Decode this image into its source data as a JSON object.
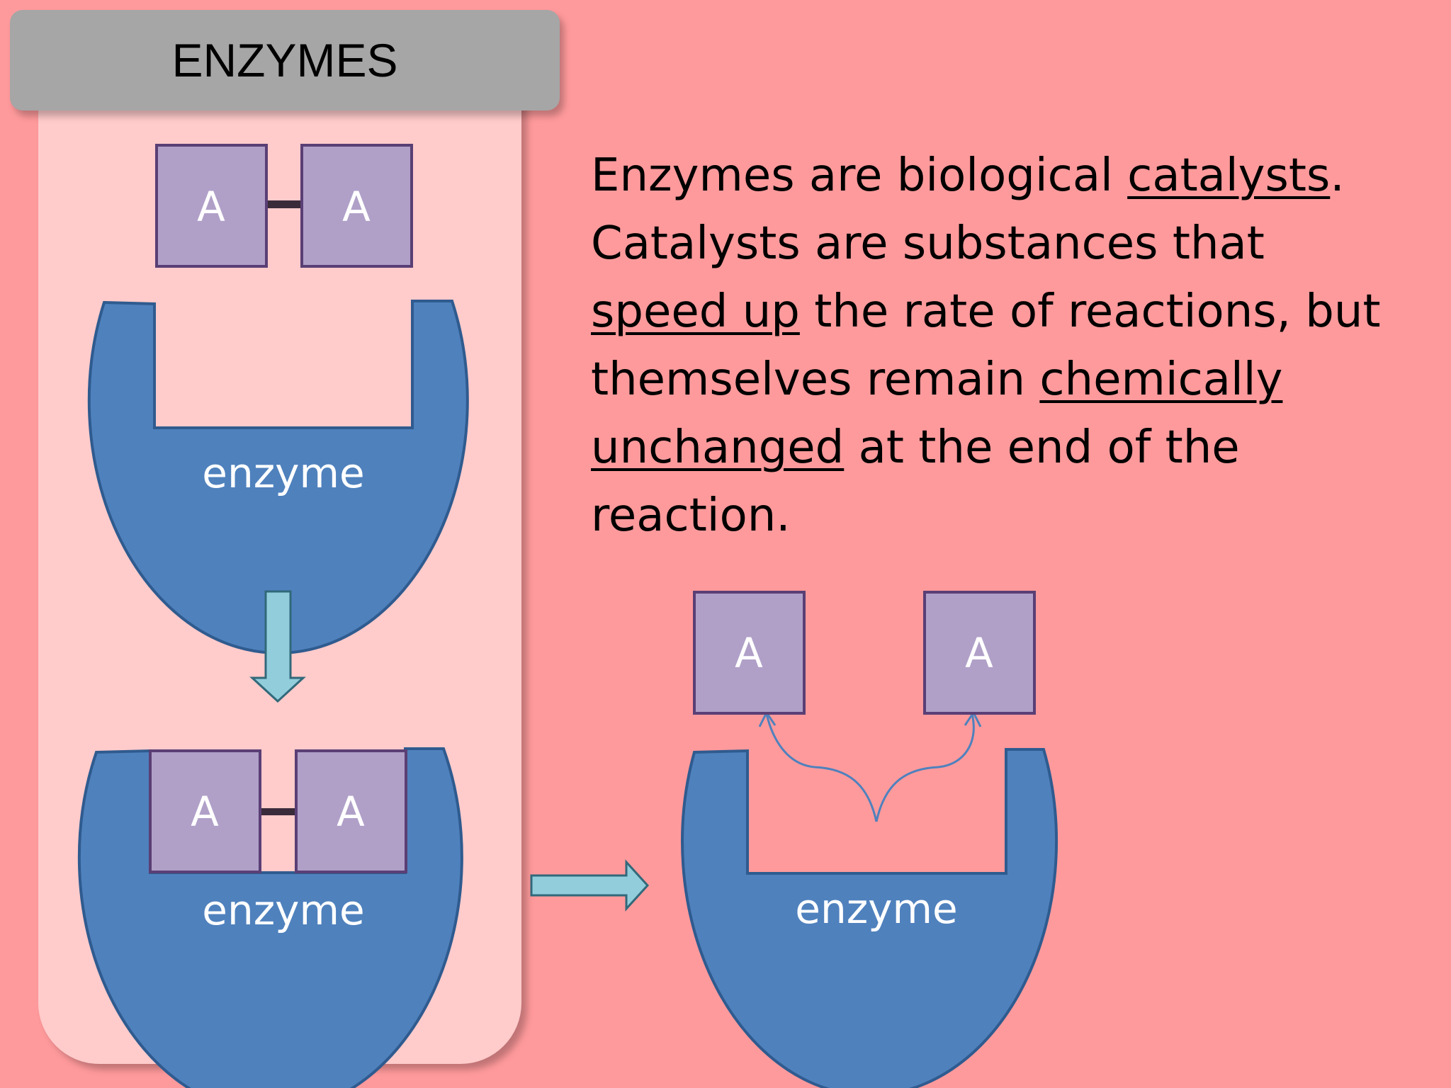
{
  "slide": {
    "title": "ENZYMES",
    "description": [
      {
        "text": "Enzymes are biological ",
        "underline": false
      },
      {
        "text": "catalysts",
        "underline": true
      },
      {
        "text": ". Catalysts are substances that ",
        "underline": false
      },
      {
        "text": "speed up",
        "underline": true
      },
      {
        "text": " the rate of reactions, but themselves remain ",
        "underline": false
      },
      {
        "text": "chemically unchanged",
        "underline": true
      },
      {
        "text": " at the end of the reaction.",
        "underline": false
      }
    ]
  },
  "diagram": {
    "substrate_label": "A",
    "enzyme_label": "enzyme",
    "colors": {
      "background": "#ff9a9c",
      "panel": "#ffcbcb",
      "title_bar": "#a6a6a6",
      "enzyme": "#4f81bd",
      "enzyme_stroke": "#2f5b8f",
      "substrate": "#b0a0c8",
      "substrate_stroke": "#5a3f75",
      "arrow": "#92cddc",
      "arrow_stroke": "#31697a"
    }
  }
}
